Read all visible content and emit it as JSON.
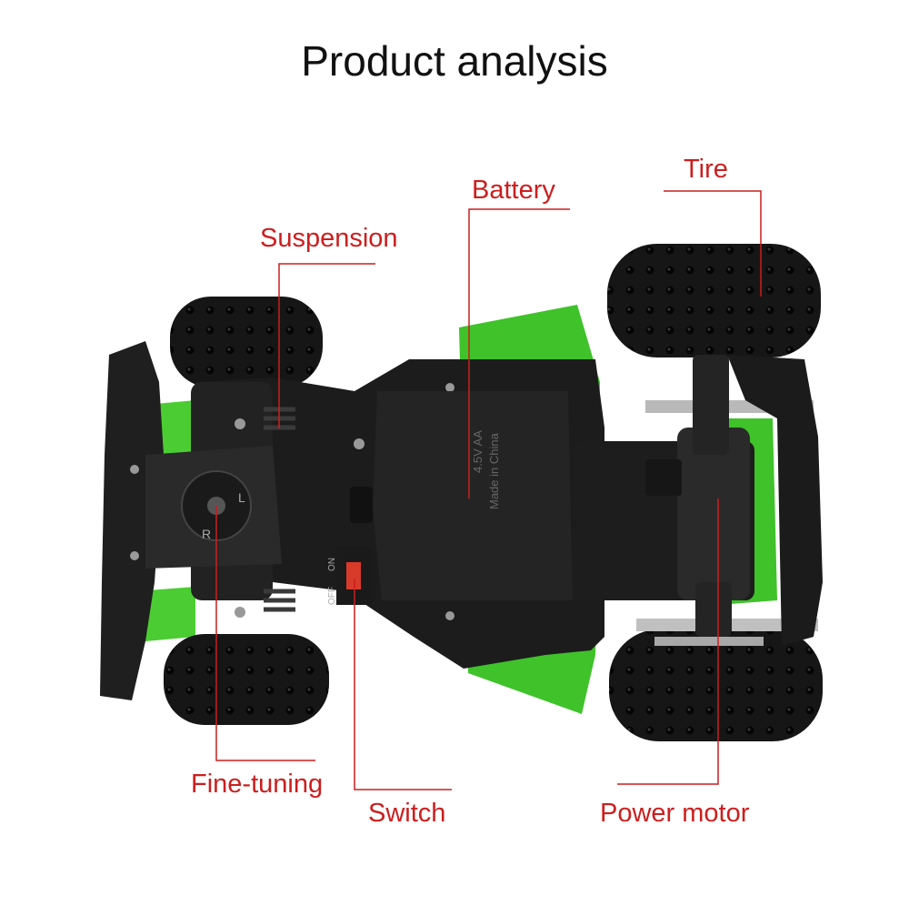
{
  "title": "Product analysis",
  "labels": {
    "tire": "Tire",
    "battery": "Battery",
    "suspension": "Suspension",
    "fine_tuning": "Fine-tuning",
    "switch": "Switch",
    "power_motor": "Power motor"
  },
  "battery_markings": [
    "4.5V AA",
    "Made in China"
  ],
  "switch_markings": {
    "on": "ON",
    "off": "OFF"
  },
  "dial_markings": {
    "left": "L",
    "right": "R"
  },
  "colors": {
    "label": "#cc1e1e",
    "leader_line": "#cc1e1e",
    "body_green": "#3fc22a",
    "chassis": "#1c1c1c"
  }
}
